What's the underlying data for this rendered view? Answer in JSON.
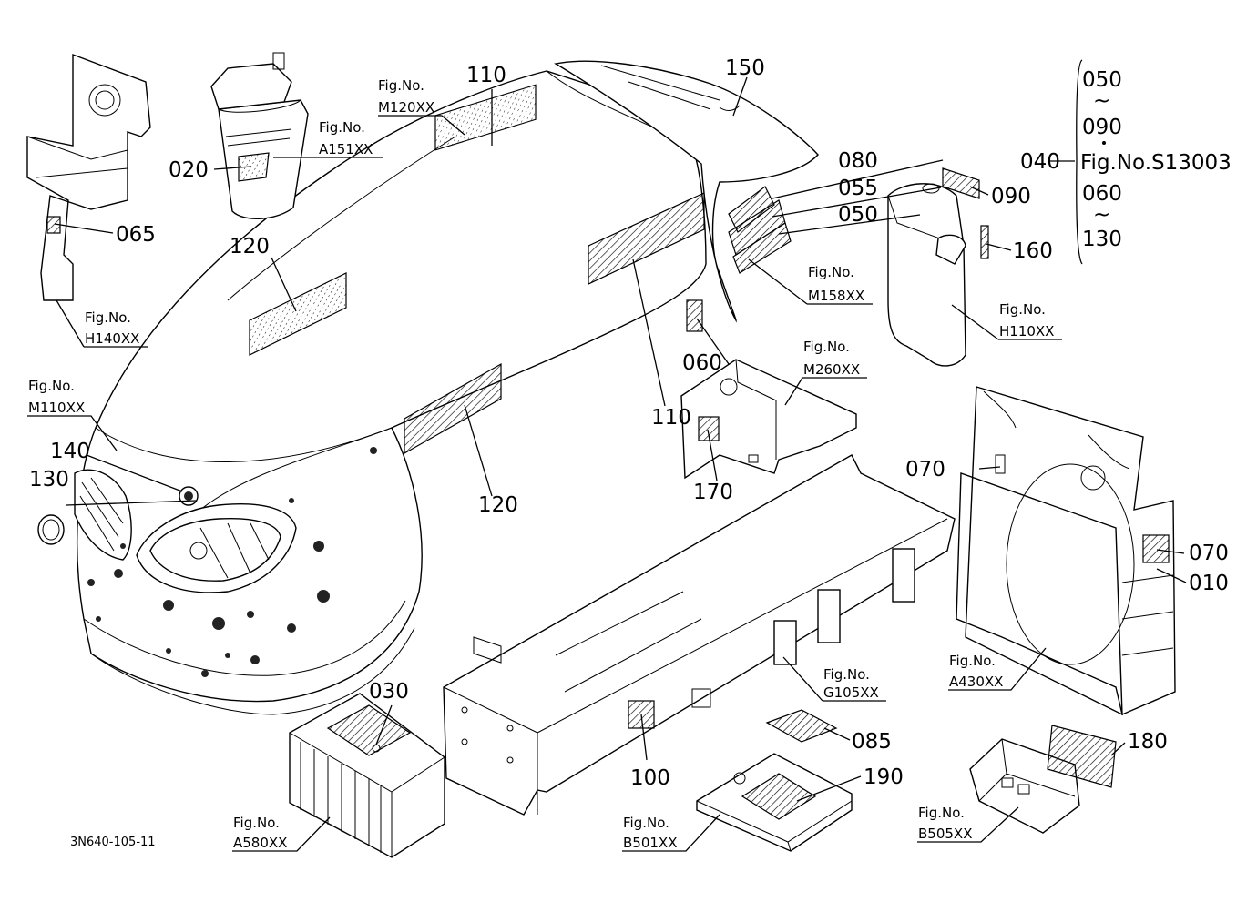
{
  "diagram_code": "3N640-105-11",
  "callouts": {
    "c010": "010",
    "c020": "020",
    "c030": "030",
    "c040": "040",
    "c050a": "050",
    "c050b": "050",
    "c055": "055",
    "c060a": "060",
    "c060b": "060",
    "c065": "065",
    "c070a": "070",
    "c070b": "070",
    "c080": "080",
    "c085": "085",
    "c090a": "090",
    "c090b": "090",
    "c100": "100",
    "c110a": "110",
    "c110b": "110",
    "c120a": "120",
    "c120b": "120",
    "c130a": "130",
    "c130b": "130",
    "c140": "140",
    "c150": "150",
    "c160": "160",
    "c170": "170",
    "c180": "180",
    "c190": "190"
  },
  "range_note": "Fig.No.S13003",
  "range_sep": "~",
  "fig_label": "Fig.No.",
  "figures": {
    "m120": "M120XX",
    "a151": "A151XX",
    "h140": "H140XX",
    "m110": "M110XX",
    "m158": "M158XX",
    "h110": "H110XX",
    "m260": "M260XX",
    "a430": "A430XX",
    "g105": "G105XX",
    "a580": "A580XX",
    "b501": "B501XX",
    "b505": "B505XX"
  }
}
